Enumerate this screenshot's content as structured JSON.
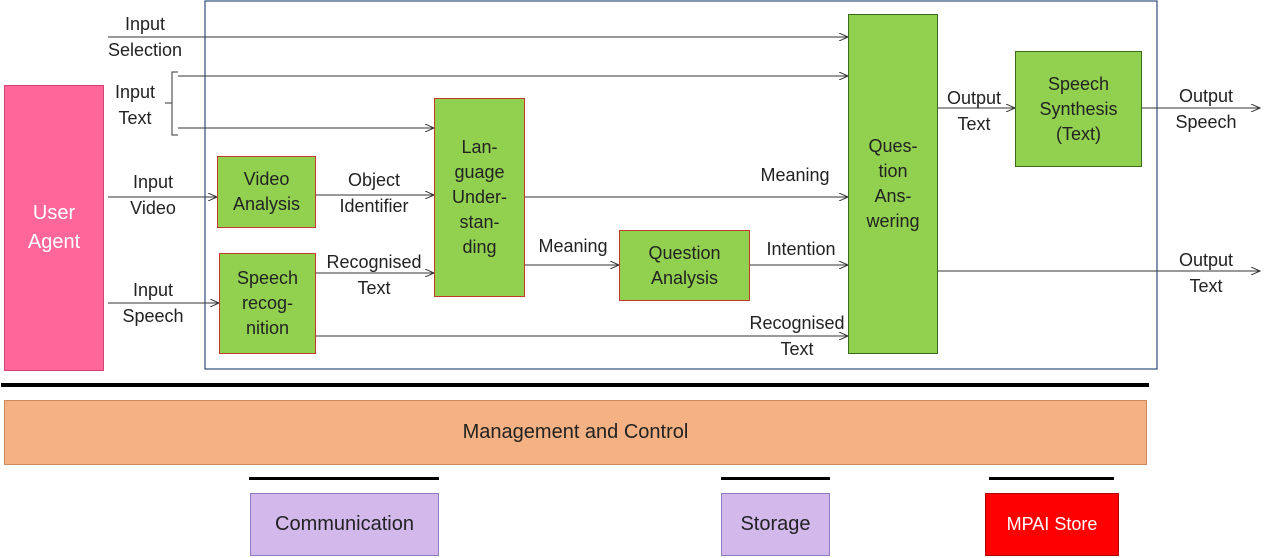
{
  "blocks": {
    "user_agent": "User\nAgent",
    "video_analysis": "Video\nAnalysis",
    "speech_recognition": "Speech\nrecog-\nnition",
    "language_understanding": "Lan-\nguage\nUnder-\nstan-\nding",
    "question_analysis": "Question\nAnalysis",
    "question_answering": "Ques-\ntion\nAns-\nwering",
    "speech_synthesis": "Speech\nSynthesis\n(Text)",
    "management_control": "Management and Control",
    "communication": "Communication",
    "storage": "Storage",
    "mpai_store": "MPAI Store"
  },
  "labels": {
    "input_selection": "Input\nSelection",
    "input_text": "Input\nText",
    "input_video": "Input\nVideo",
    "input_speech": "Input\nSpeech",
    "object_identifier": "Object\nIdentifier",
    "recognised_text_1": "Recognised\nText",
    "meaning_top": "Meaning",
    "meaning_mid": "Meaning",
    "intention": "Intention",
    "recognised_text_2": "Recognised\nText",
    "output_text_mid": "Output\nText",
    "output_speech": "Output\nSpeech",
    "output_text_right": "Output\nText"
  },
  "colors": {
    "user_agent": "#ff6699",
    "module_fill": "#92d050",
    "module_border": "#c0392b",
    "management": "#f4b183",
    "storage_boxes": "#d3b8ec",
    "mpai_store": "#ff0000",
    "frame": "#2f4f7f"
  }
}
